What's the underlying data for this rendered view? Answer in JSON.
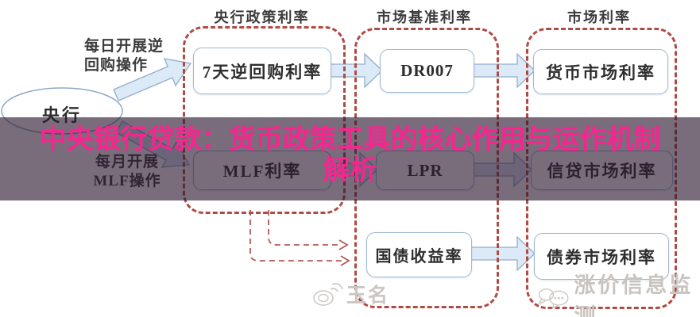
{
  "diagram": {
    "column_headers": [
      {
        "id": "policy-rate",
        "label": "央行政策利率"
      },
      {
        "id": "benchmark-rate",
        "label": "市场基准利率"
      },
      {
        "id": "market-rate",
        "label": "市场利率"
      }
    ],
    "central_bank_label": "央行",
    "operations": [
      {
        "line1": "每日开展逆",
        "line2": "回购操作"
      },
      {
        "line1": "每月开展",
        "line2": "MLF操作"
      }
    ],
    "nodes": [
      {
        "id": "repo-7d",
        "label": "7天逆回购利率"
      },
      {
        "id": "dr007",
        "label": "DR007"
      },
      {
        "id": "money-market",
        "label": "货币市场利率"
      },
      {
        "id": "mlf",
        "label": "MLF利率"
      },
      {
        "id": "lpr",
        "label": "LPR"
      },
      {
        "id": "credit-market",
        "label": "信贷市场利率"
      },
      {
        "id": "treasury-yield",
        "label": "国债收益率"
      },
      {
        "id": "bond-market",
        "label": "债券市场利率"
      }
    ],
    "colors": {
      "dashed_border": "#b24a44",
      "node_border": "#9eb9d3",
      "arrow_fill": "#dce9f6",
      "arrow_stroke": "#93aecd",
      "text": "#3c3c3c"
    }
  },
  "overlay": {
    "title_line1": "中央银行贷款：货币政策工具的核心作用与运作机制",
    "title_line2": "解析",
    "text_color": "#f7258f",
    "band_color": "rgba(43,24,48,0.63)"
  },
  "watermarks": {
    "center_text": "玉名",
    "right_text": "涨价信息监测",
    "color": "#cac6c2"
  }
}
